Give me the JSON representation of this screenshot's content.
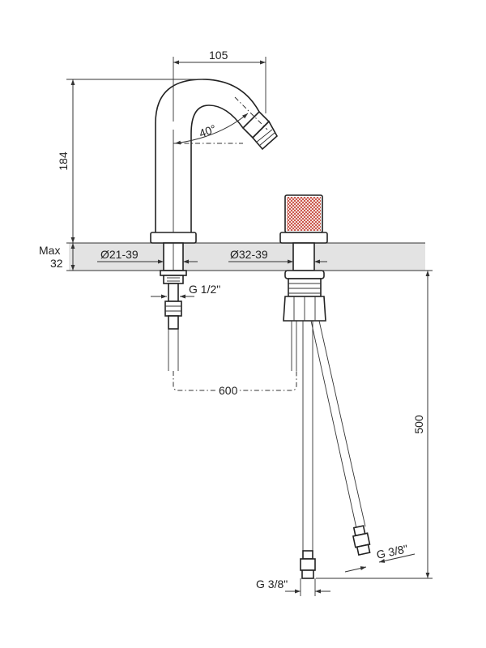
{
  "dimensions": {
    "spout_reach": "105",
    "spout_height": "184",
    "max_thickness_line1": "Max",
    "max_thickness_line2": "32",
    "spout_hole_range": "Ø21-39",
    "handle_hole_range": "Ø32-39",
    "spout_angle": "40°",
    "spout_thread": "G 1/2\"",
    "centre_distance": "600",
    "hose_length": "500",
    "hose_thread_left": "G 3/8\"",
    "hose_thread_right": "G 3/8\""
  },
  "colors": {
    "line": "#333333",
    "countertop": "#e3e3e3",
    "knurl": "#c0392b"
  }
}
